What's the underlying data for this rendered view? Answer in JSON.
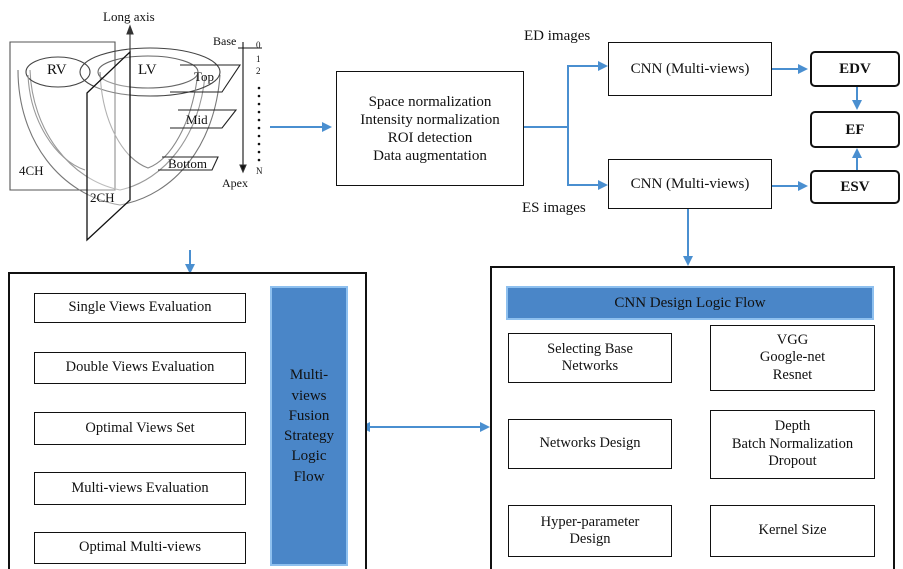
{
  "heart": {
    "long_axis": "Long axis",
    "base": "Base",
    "apex": "Apex",
    "rv": "RV",
    "lv": "LV",
    "top": "Top",
    "mid": "Mid",
    "bottom": "Bottom",
    "view_4ch": "4CH",
    "view_2ch": "2CH",
    "index_0": "0",
    "index_1": "1",
    "index_2": "2",
    "index_n": "N"
  },
  "preprocess": {
    "lines": "Space normalization\nIntensity normalization\nROI detection\nData augmentation"
  },
  "ed_label": "ED images",
  "es_label": "ES  images",
  "cnn_ed": "CNN (Multi-views)",
  "cnn_es": "CNN (Multi-views)",
  "edv": "EDV",
  "ef": "EF",
  "esv": "ESV",
  "left_panel": {
    "steps": [
      "Single Views Evaluation",
      "Double Views Evaluation",
      "Optimal Views Set",
      "Multi-views Evaluation",
      "Optimal Multi-views"
    ],
    "fusion_title": "Multi-\nviews\nFusion\nStrategy\nLogic\nFlow"
  },
  "right_panel": {
    "title": "CNN Design Logic Flow",
    "select_base": "Selecting Base\nNetworks",
    "base_options": "VGG\nGoogle-net\nResnet",
    "networks_design": "Networks Design",
    "design_options": "Depth\nBatch Normalization\nDropout",
    "hyper": "Hyper-parameter\nDesign",
    "hyper_options": "Kernel Size"
  },
  "colors": {
    "arrow": "#4a8fd0",
    "bar": "#4a86c8"
  }
}
